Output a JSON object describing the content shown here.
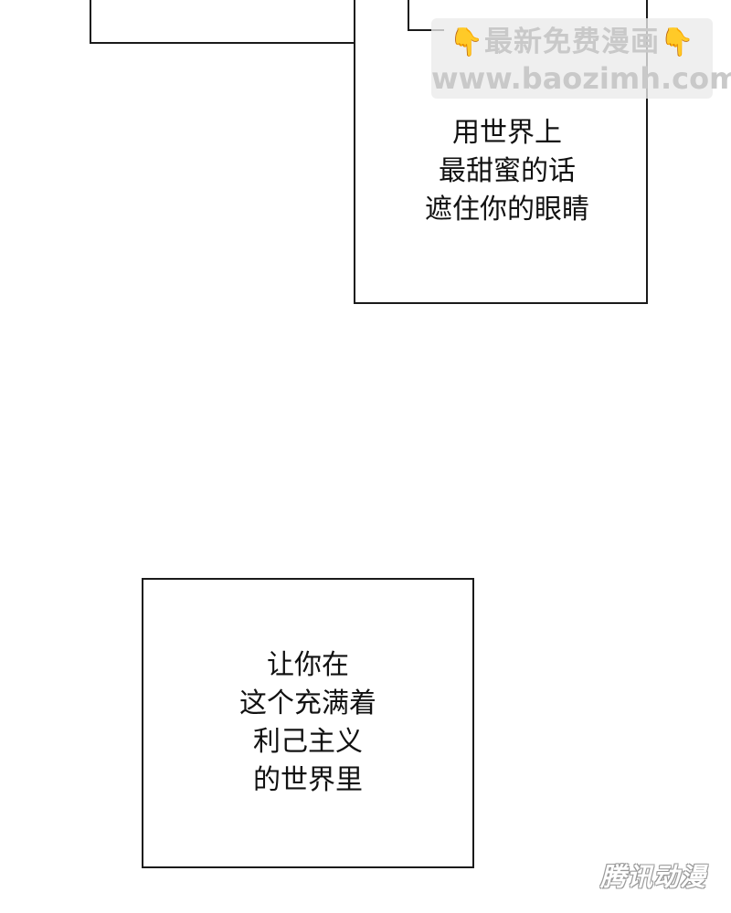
{
  "panel_top_right": {
    "lines": [
      "用世界上",
      "最甜蜜的话",
      "遮住你的眼睛"
    ]
  },
  "panel_bottom": {
    "lines": [
      "让你在",
      "这个充满着",
      "利己主义",
      "的世界里"
    ]
  },
  "watermark": {
    "line1": "最新免费漫画",
    "line2": "www.baozimh.com",
    "icon": "pointing-down-hand-icon"
  },
  "corner_logo": {
    "text": "腾讯动漫"
  },
  "colors": {
    "panel_border": "#1a1a1a",
    "background": "#ffffff",
    "watermark_text": "#c9c9c9",
    "hand_icon": "#f2b400"
  }
}
